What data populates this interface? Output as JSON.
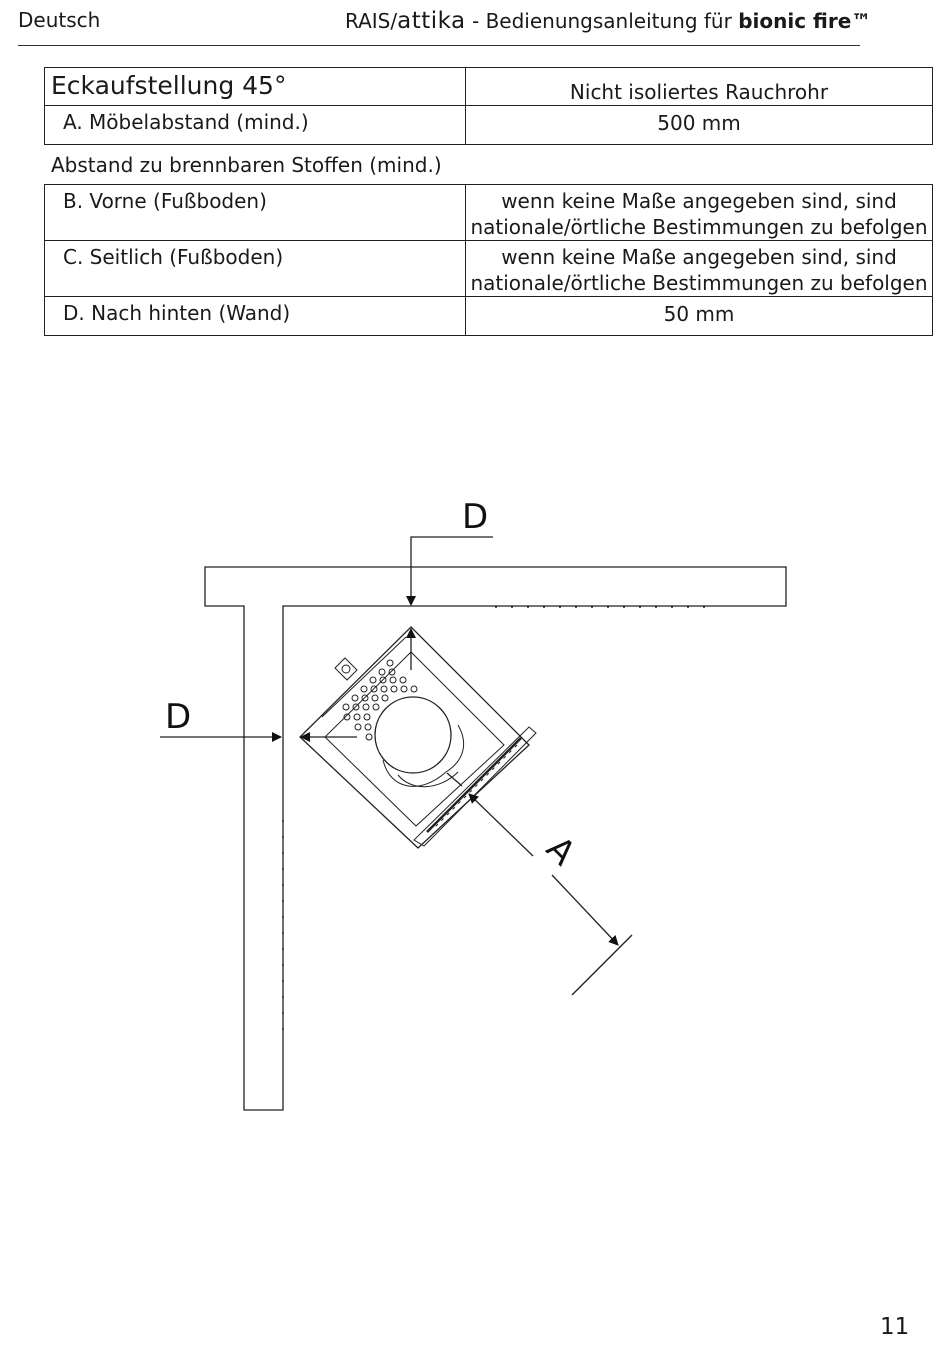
{
  "header": {
    "language": "Deutsch",
    "brand_rais": "RAIS/",
    "brand_attika": "attika",
    "subtitle": " - Bedienungsanleitung für ",
    "product": "bionic fire™"
  },
  "table": {
    "title": "Eckaufstellung 45°",
    "column_header": "Nicht isoliertes Rauchrohr",
    "row_a": {
      "label": "A.  Möbelabstand (mind.)",
      "value": "500 mm"
    },
    "subheading": "Abstand zu brennbaren Stoffen (mind.)",
    "row_b": {
      "label": "B.  Vorne (Fußboden)",
      "value_line1": "wenn keine Maße angegeben sind, sind",
      "value_line2": "nationale/örtliche Bestimmungen zu befolgen"
    },
    "row_c": {
      "label": "C.  Seitlich (Fußboden)",
      "value_line1": "wenn keine Maße angegeben sind, sind",
      "value_line2": "nationale/örtliche Bestimmungen zu befolgen"
    },
    "row_d": {
      "label": "D.  Nach hinten (Wand)",
      "value": "50 mm"
    }
  },
  "diagram": {
    "label_top": "D",
    "label_left": "D",
    "label_diag": "A"
  },
  "page_number": "11"
}
